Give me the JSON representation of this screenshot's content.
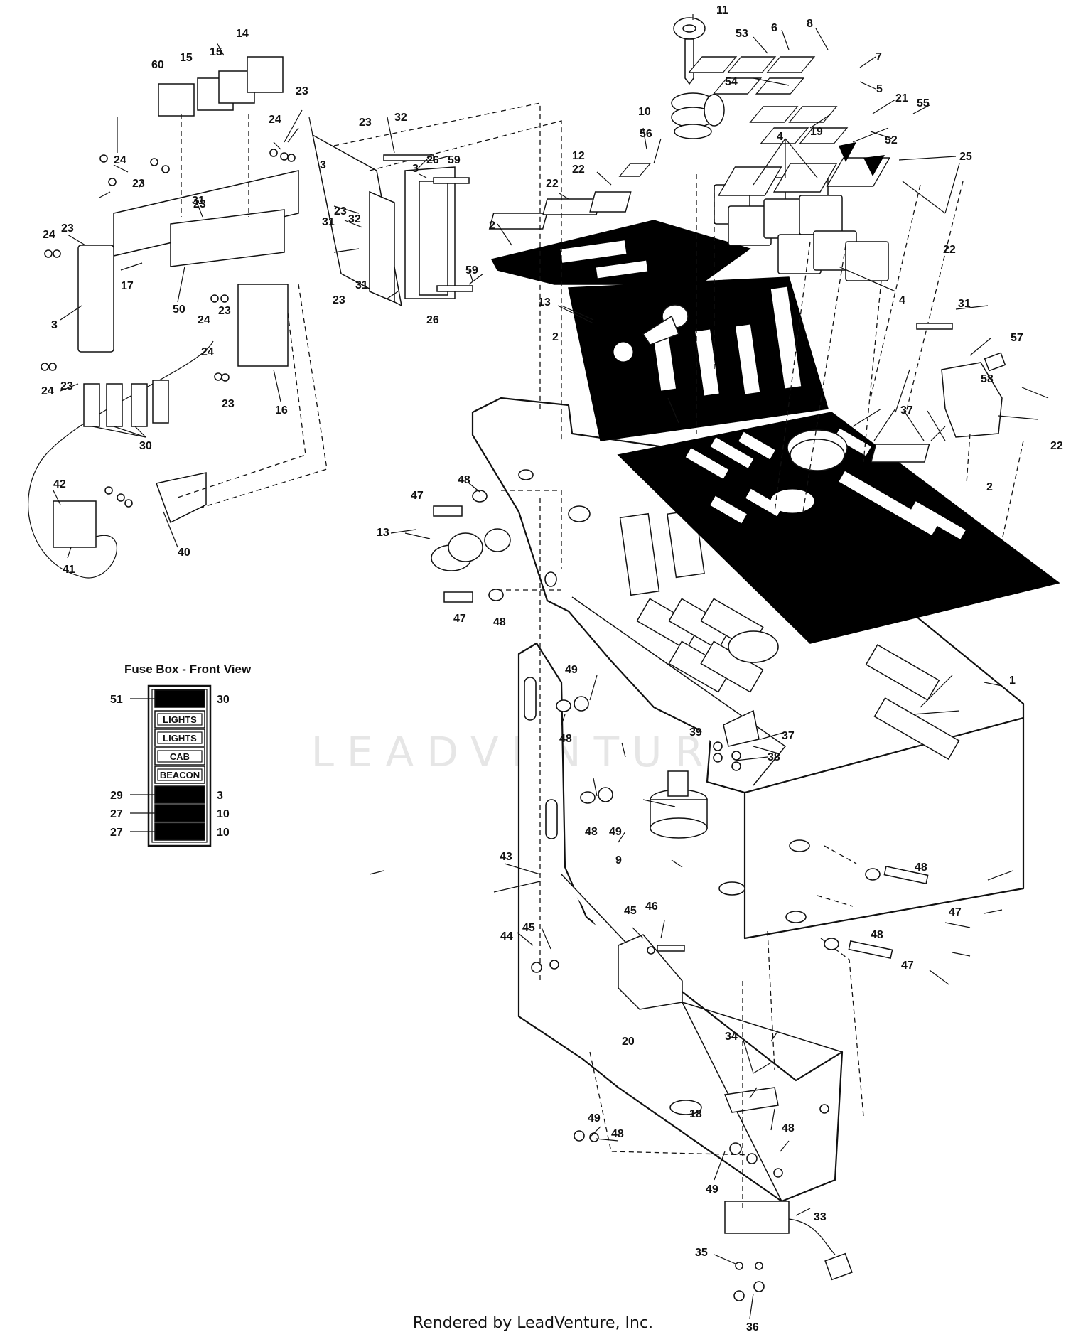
{
  "diagram": {
    "watermark": "LEADVENTURE",
    "footer": "Rendered by LeadVenture, Inc.",
    "fuse_box": {
      "title": "Fuse Box - Front View",
      "slots": [
        {
          "left": "51",
          "label": "",
          "right": "30"
        },
        {
          "left": "",
          "label": "LIGHTS",
          "right": ""
        },
        {
          "left": "",
          "label": "LIGHTS",
          "right": ""
        },
        {
          "left": "",
          "label": "CAB",
          "right": ""
        },
        {
          "left": "",
          "label": "BEACON",
          "right": ""
        },
        {
          "left": "29",
          "label": "",
          "right": "3"
        },
        {
          "left": "27",
          "label": "",
          "right": "10"
        },
        {
          "left": "27",
          "label": "",
          "right": "10"
        }
      ]
    },
    "callouts": [
      "1",
      "2",
      "2",
      "2",
      "2",
      "3",
      "3",
      "3",
      "4",
      "4",
      "5",
      "6",
      "7",
      "8",
      "9",
      "10",
      "11",
      "12",
      "13",
      "13",
      "14",
      "15",
      "15",
      "16",
      "17",
      "18",
      "19",
      "20",
      "21",
      "22",
      "22",
      "22",
      "22",
      "22",
      "23",
      "23",
      "23",
      "23",
      "23",
      "23",
      "23",
      "23",
      "23",
      "23",
      "24",
      "24",
      "24",
      "24",
      "24",
      "24",
      "25",
      "26",
      "26",
      "30",
      "31",
      "31",
      "31",
      "31",
      "32",
      "32",
      "33",
      "34",
      "35",
      "36",
      "37",
      "37",
      "38",
      "39",
      "40",
      "41",
      "42",
      "43",
      "44",
      "45",
      "45",
      "46",
      "47",
      "47",
      "47",
      "47",
      "48",
      "48",
      "48",
      "48",
      "48",
      "48",
      "48",
      "48",
      "49",
      "49",
      "49",
      "49",
      "50",
      "52",
      "53",
      "54",
      "55",
      "56",
      "57",
      "58",
      "59",
      "59",
      "60"
    ]
  }
}
